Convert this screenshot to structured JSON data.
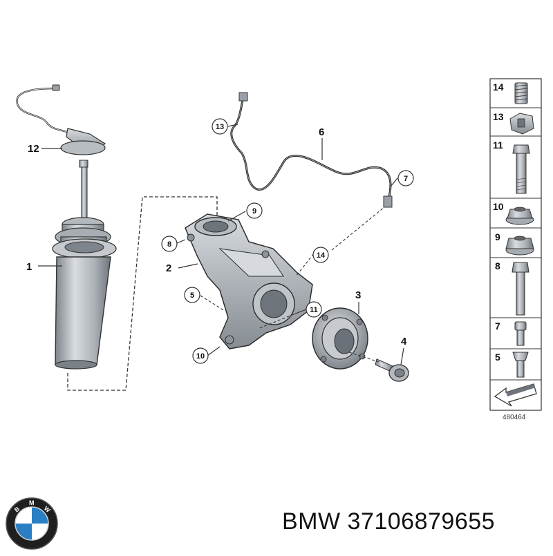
{
  "diagram": {
    "callouts": {
      "c1": "1",
      "c2": "2",
      "c3": "3",
      "c4": "4",
      "c5": "5",
      "c6": "6",
      "c7": "7",
      "c8": "8",
      "c9": "9",
      "c10": "10",
      "c11": "11",
      "c12": "12",
      "c13": "13",
      "c14": "14"
    },
    "legend": {
      "items": [
        "14",
        "13",
        "11",
        "10",
        "9",
        "8",
        "7",
        "5"
      ],
      "drawing_number": "480464"
    }
  },
  "footer": {
    "brand": "BMW",
    "part_number": "37106879655",
    "logo_letters": "BMW"
  },
  "colors": {
    "part_fill": "#c9cdd2",
    "part_shade": "#8d939a",
    "outline": "#2a2a2a",
    "logo_blue": "#2a7fc4"
  }
}
